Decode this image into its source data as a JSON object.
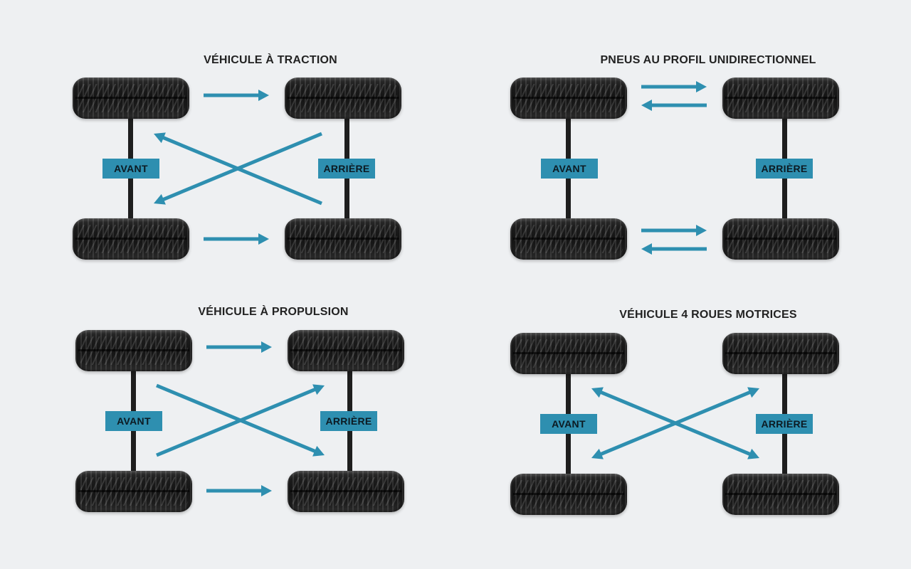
{
  "colors": {
    "accent": "#2e8fb0",
    "tire": "#1a1a1a",
    "background": "#eef0f2"
  },
  "panels": [
    {
      "title": "VÉHICULE À TRACTION",
      "front_label": "AVANT",
      "rear_label": "ARRIÈRE",
      "arrows": [
        {
          "from": "front-top",
          "to": "rear-top"
        },
        {
          "from": "front-bottom",
          "to": "rear-bottom"
        },
        {
          "from": "rear-top",
          "to": "front-bottom"
        },
        {
          "from": "rear-bottom",
          "to": "front-top"
        }
      ]
    },
    {
      "title": "PNEUS AU PROFIL UNIDIRECTIONNEL",
      "front_label": "AVANT",
      "rear_label": "ARRIÈRE",
      "arrows": [
        {
          "from": "front-top",
          "to": "rear-top"
        },
        {
          "from": "rear-top",
          "to": "front-top"
        },
        {
          "from": "front-bottom",
          "to": "rear-bottom"
        },
        {
          "from": "rear-bottom",
          "to": "front-bottom"
        }
      ]
    },
    {
      "title": "VÉHICULE À PROPULSION",
      "front_label": "AVANT",
      "rear_label": "ARRIÈRE",
      "arrows": [
        {
          "from": "front-top",
          "to": "rear-top"
        },
        {
          "from": "front-bottom",
          "to": "rear-bottom"
        },
        {
          "from": "front-top",
          "to": "rear-bottom"
        },
        {
          "from": "front-bottom",
          "to": "rear-top"
        }
      ]
    },
    {
      "title": "VÉHICULE 4 ROUES MOTRICES",
      "front_label": "AVANT",
      "rear_label": "ARRIÈRE",
      "arrows": [
        {
          "from": "front-top",
          "to": "rear-bottom",
          "bidirectional": true
        },
        {
          "from": "front-bottom",
          "to": "rear-top",
          "bidirectional": true
        }
      ]
    }
  ]
}
